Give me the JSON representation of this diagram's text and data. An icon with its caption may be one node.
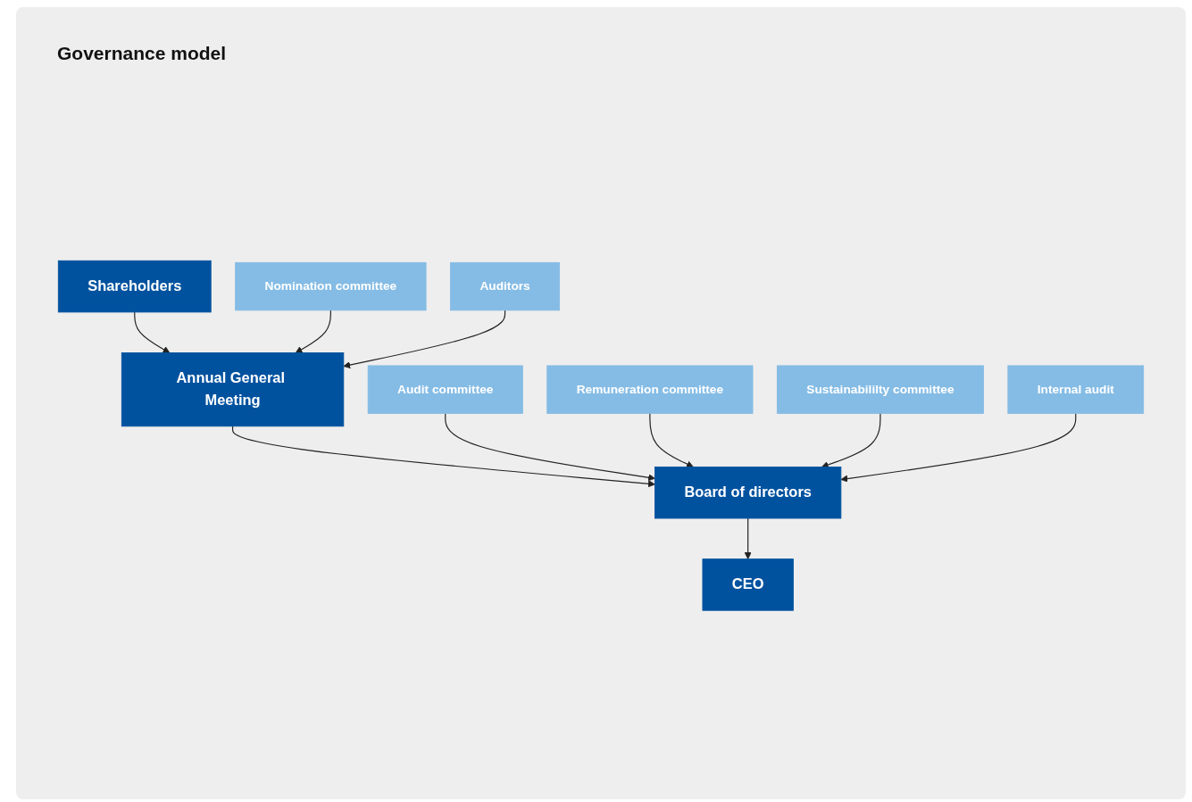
{
  "diagram": {
    "title": "Governance model",
    "nodes": [
      {
        "text": [
          "Shareholders"
        ]
      },
      {
        "text": [
          "Nomination committee"
        ]
      },
      {
        "text": [
          "Auditors"
        ]
      },
      {
        "text": [
          "Annual General Meeting"
        ]
      },
      {
        "text": [
          "Audit committee"
        ]
      },
      {
        "text": [
          "Remuneration committee"
        ]
      },
      {
        "text": [
          "Sustainabililty committee"
        ]
      },
      {
        "text": [
          "Internal audit"
        ]
      },
      {
        "text": [
          "Board of directors"
        ]
      },
      {
        "text": [
          "CEO"
        ]
      }
    ],
    "edges": [
      {
        "from": 0,
        "to": 3,
        "arrow": "to"
      },
      {
        "from": 1,
        "to": 3,
        "arrow": "to"
      },
      {
        "from": 2,
        "to": 3,
        "arrow": "to"
      },
      {
        "from": 3,
        "to": 8,
        "arrow": "to"
      },
      {
        "from": 4,
        "to": 8,
        "arrow": "to"
      },
      {
        "from": 5,
        "to": 8,
        "arrow": "to"
      },
      {
        "from": 6,
        "to": 8,
        "arrow": "to"
      },
      {
        "from": 7,
        "to": 8,
        "arrow": "to"
      },
      {
        "from": 8,
        "to": 9,
        "arrow": "to"
      }
    ]
  }
}
